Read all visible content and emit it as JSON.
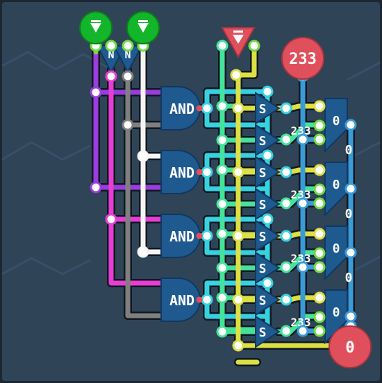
{
  "colors": {
    "background": "#2f4457",
    "frame": "#1c2733",
    "gate_fill": "#1e5a90",
    "gate_stroke": "#103860",
    "green_node": "#13b62a",
    "red_node": "#e0505c",
    "purple": "#9a3de0",
    "magenta": "#e83dd4",
    "gray": "#7f7f7f",
    "white": "#f4f4f4",
    "cyan": "#36d2e2",
    "mint": "#45e39a",
    "yellow": "#dde044",
    "blue": "#3a9bd8",
    "lime": "#6fdc42"
  },
  "inputs": [
    {
      "id": "input-left",
      "icon": "down-triangle-icon"
    },
    {
      "id": "input-right",
      "icon": "down-triangle-icon"
    }
  ],
  "output_top": {
    "icon": "down-triangle-icon"
  },
  "value_display": {
    "label": "233"
  },
  "bottom_output": {
    "label": "0"
  },
  "not_gates": [
    "N",
    "N"
  ],
  "and_gates": [
    "AND",
    "AND",
    "AND",
    "AND"
  ],
  "switch_gates": [
    "S",
    "S",
    "S",
    "S",
    "S",
    "S",
    "S",
    "S"
  ],
  "register_values": [
    "0",
    "0",
    "0",
    "0",
    "0",
    "0",
    "0",
    "0"
  ],
  "overlay_values": [
    "233",
    "233",
    "233",
    "233"
  ]
}
